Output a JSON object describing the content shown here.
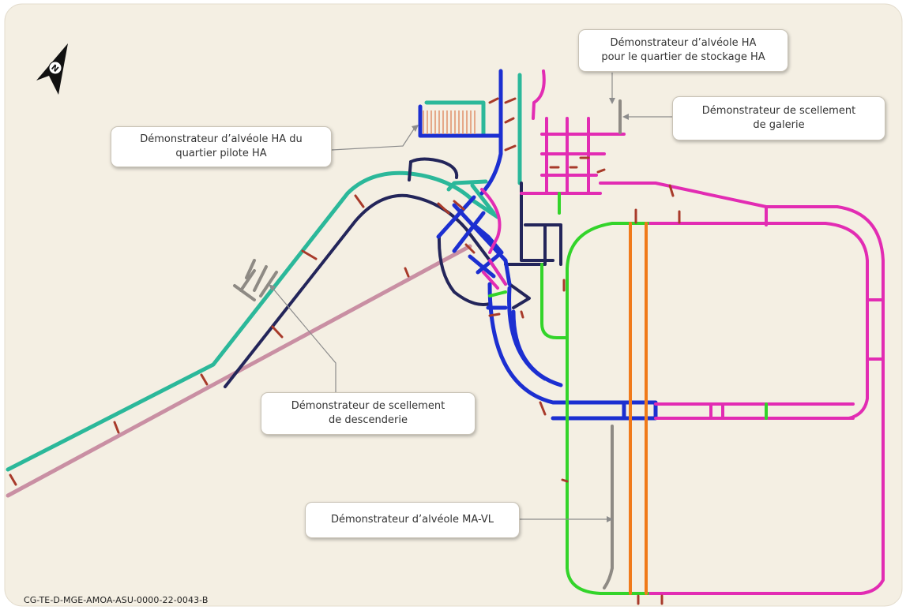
{
  "reference_code": "CG-TE-D-MGE-AMOA-ASU-0000-22-0043-B",
  "compass_letter": "N",
  "colors": {
    "background": "#f4efe3",
    "teal_gallery": "#2bb89a",
    "navy_gallery": "#23255a",
    "blue_gallery": "#1c2fd1",
    "magenta_gallery": "#e22cb3",
    "green_gallery": "#33d42a",
    "orange_alveole": "#f07a1a",
    "mauve_descenderie": "#c98fa3",
    "seal_marks": "#a83a2a",
    "grey_demonstrator": "#8e8a84"
  },
  "callouts": {
    "ha_pilote_line1": "Démonstrateur d’alvéole HA du",
    "ha_pilote_line2": "quartier pilote HA",
    "ha_stockage_line1": "Démonstrateur d’alvéole HA",
    "ha_stockage_line2": "pour le quartier de stockage HA",
    "scellement_galerie_line1": "Démonstrateur de scellement",
    "scellement_galerie_line2": "de galerie",
    "scellement_descenderie_line1": "Démonstrateur de scellement",
    "scellement_descenderie_line2": "de descenderie",
    "ma_vl": "Démonstrateur d’alvéole MA-VL"
  }
}
